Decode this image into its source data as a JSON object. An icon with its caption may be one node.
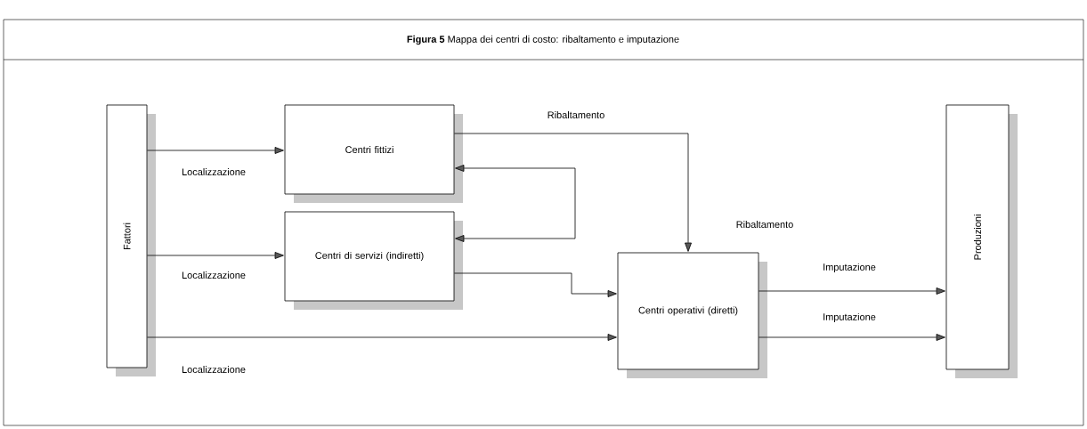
{
  "diagram": {
    "title": "**Figura 5** Mappa dei centri di costo: ribaltamento e imputazione",
    "nodes": [
      {
        "text": [
          "Fattori"
        ]
      },
      {
        "text": [
          "Centri fittizi"
        ]
      },
      {
        "text": [
          "Centri di servizi (indiretti)"
        ]
      },
      {
        "text": [
          "Centri operativi (diretti)"
        ]
      },
      {
        "text": [
          "Produzioni"
        ]
      }
    ],
    "edges": [
      {
        "from": 0,
        "to": 1,
        "arrow": "to",
        "label": "Localizzazione"
      },
      {
        "from": 0,
        "to": 2,
        "arrow": "to",
        "label": "Localizzazione"
      },
      {
        "from": 0,
        "to": 3,
        "arrow": "to",
        "label": "Localizzazione"
      },
      {
        "from": 1,
        "to": 3,
        "arrow": "to",
        "label": "Ribaltamento"
      },
      {
        "from": 1,
        "to": 2,
        "arrow": "both"
      },
      {
        "from": 2,
        "to": 3,
        "arrow": "to"
      },
      {
        "from": 3,
        "to": 4,
        "arrow": "to",
        "label": "Imputazione"
      },
      {
        "from": 3,
        "to": 4,
        "arrow": "to",
        "label": "Imputazione"
      }
    ],
    "labels": [
      "Ribaltamento"
    ]
  }
}
